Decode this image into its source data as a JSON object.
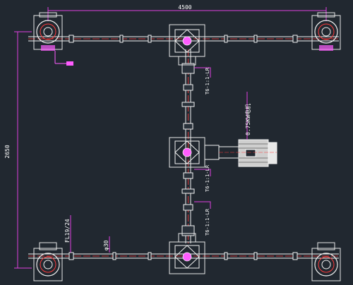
{
  "drawing": {
    "background": "#212830",
    "colors": {
      "dimension": "#e040e0",
      "shaft": "#f3f3f3",
      "centerline": "#ff3b3b",
      "box_outline": "#e8e8e8",
      "accent": "#ff5cff",
      "body": "#c8c8c8"
    }
  },
  "dimensions": {
    "width": "4500",
    "height": "2650",
    "shaft_dia": "φ30",
    "coupling": "FL19/24"
  },
  "labels": {
    "motor": "0.75KW电机",
    "gear_ratio_top": "T6-1:1-LR",
    "gear_ratio_mid": "T6-1:1-LR",
    "gear_ratio_low": "T6-1:1-LR"
  }
}
